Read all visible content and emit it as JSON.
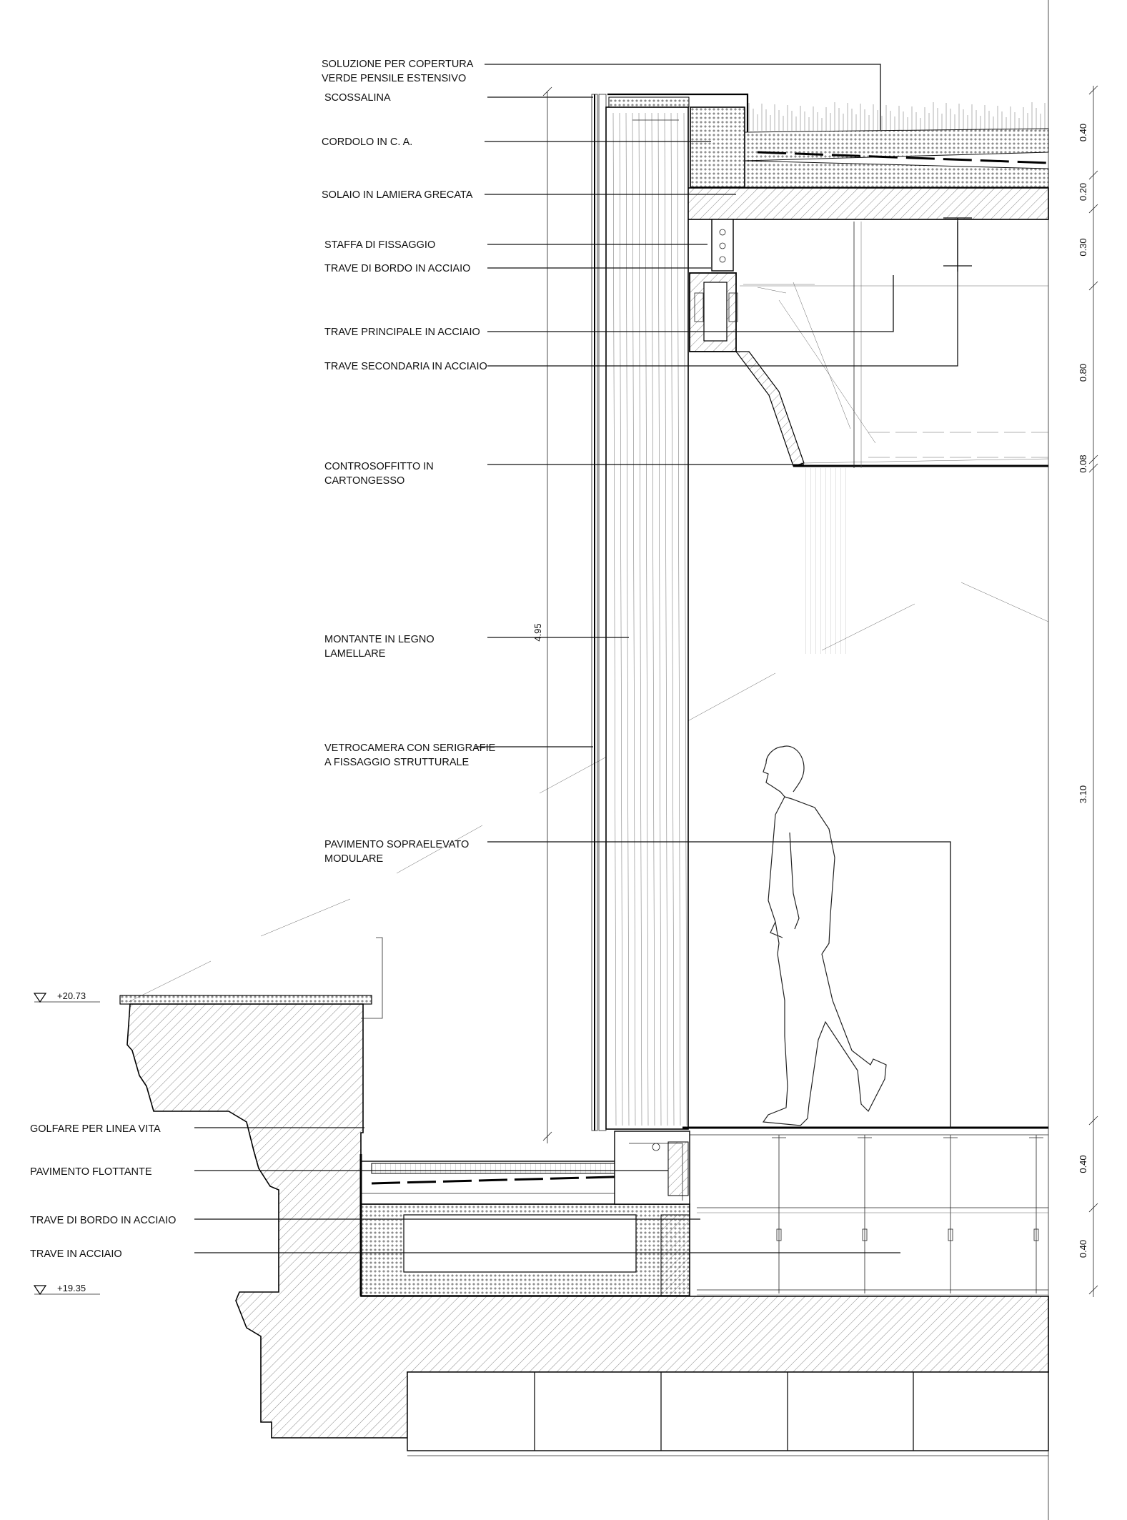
{
  "labels": [
    {
      "key": "copertura",
      "lines": [
        "SOLUZIONE PER COPERTURA",
        "VERDE PENSILE ESTENSIVO"
      ]
    },
    {
      "key": "scossalina",
      "lines": [
        "SCOSSALINA"
      ]
    },
    {
      "key": "cordolo",
      "lines": [
        "CORDOLO IN C. A."
      ]
    },
    {
      "key": "solaio",
      "lines": [
        "SOLAIO IN LAMIERA GRECATA"
      ]
    },
    {
      "key": "staffa",
      "lines": [
        "STAFFA DI FISSAGGIO"
      ]
    },
    {
      "key": "trave-bordo-top",
      "lines": [
        "TRAVE DI BORDO  IN ACCIAIO"
      ]
    },
    {
      "key": "trave-principale",
      "lines": [
        "TRAVE PRINCIPALE IN ACCIAIO"
      ]
    },
    {
      "key": "trave-secondaria",
      "lines": [
        "TRAVE SECONDARIA  IN ACCIAIO"
      ]
    },
    {
      "key": "controsoffitto",
      "lines": [
        "CONTROSOFFITTO IN",
        "CARTONGESSO"
      ]
    },
    {
      "key": "montante",
      "lines": [
        "MONTANTE IN LEGNO",
        "LAMELLARE"
      ]
    },
    {
      "key": "vetrocamera",
      "lines": [
        "VETROCAMERA CON SERIGRAFIE",
        "A FISSAGGIO STRUTTURALE"
      ]
    },
    {
      "key": "pavimento-sopraelevato",
      "lines": [
        "PAVIMENTO SOPRAELEVATO",
        "MODULARE"
      ]
    },
    {
      "key": "golfare",
      "lines": [
        "GOLFARE PER LINEA VITA"
      ]
    },
    {
      "key": "pavimento-flottante",
      "lines": [
        "PAVIMENTO FLOTTANTE"
      ]
    },
    {
      "key": "trave-bordo-bottom",
      "lines": [
        "TRAVE DI BORDO IN ACCIAIO"
      ]
    },
    {
      "key": "trave-acciaio",
      "lines": [
        "TRAVE IN ACCIAIO"
      ]
    }
  ],
  "levels": [
    {
      "key": "top",
      "value": "+20.73"
    },
    {
      "key": "bottom",
      "value": "+19.35"
    }
  ],
  "right_dimensions": [
    "0.40",
    "0.20",
    "0.30",
    "0.80",
    "0.08",
    "3.10",
    "0.40",
    "0.40"
  ],
  "height_dimension": "4.95"
}
